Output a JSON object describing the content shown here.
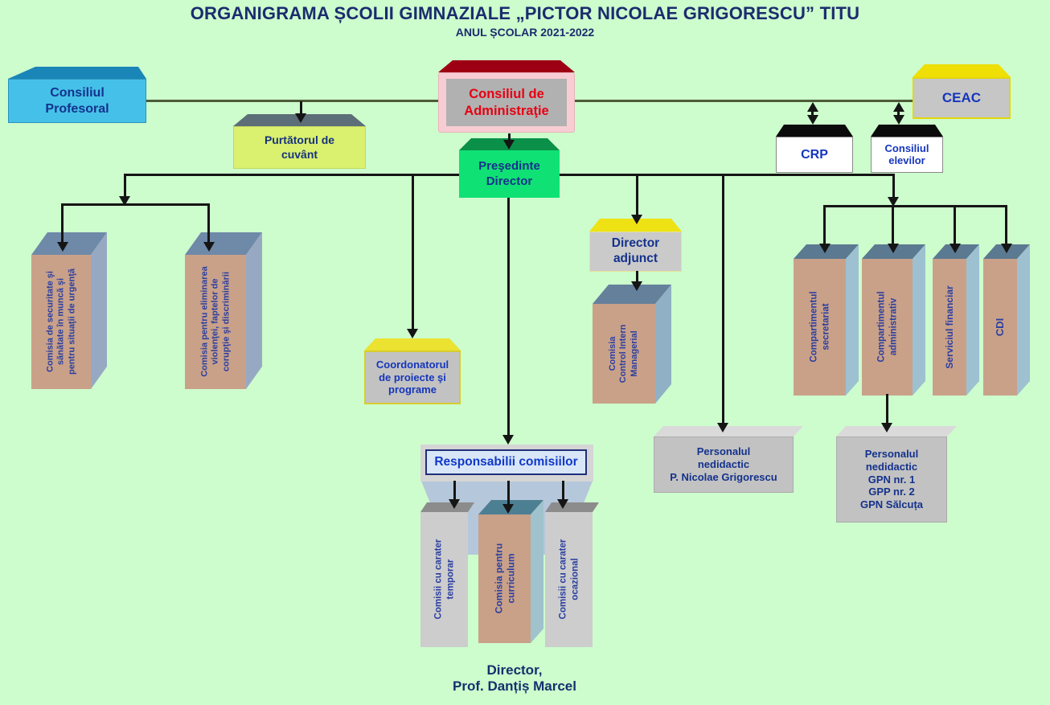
{
  "title": "ORGANIGRAMA ȘCOLII GIMNAZIALE „PICTOR NICOLAE GRIGORESCU” TITU",
  "subtitle": "ANUL ȘCOLAR 2021-2022",
  "footer": "Director,\nProf. Danțiș Marcel",
  "nodes": {
    "consiliul_profesoral": {
      "label": "Consiliul\nProfesoral"
    },
    "consiliul_administratie": {
      "label": "Consiliul de\nAdministraţie"
    },
    "ceac": {
      "label": "CEAC"
    },
    "purtatorul_cuvant": {
      "label": "Purtătorul de\ncuvânt"
    },
    "presedinte_director": {
      "label": "Preşedinte\nDirector"
    },
    "crp": {
      "label": "CRP"
    },
    "consiliul_elevilor": {
      "label": "Consiliul\nelevilor"
    },
    "comisia_securitate": {
      "label": "Comisia de securitate şi\nsănătate în muncă şi\npentru situaţii de urgenţă"
    },
    "comisia_eliminare_violenta": {
      "label": "Comisia pentru eliminarea\nviolenţei, faptelor de\ncorupţie şi discriminării"
    },
    "coordonator_proiecte": {
      "label": "Coordonatorul\nde proiecte şi\nprograme"
    },
    "director_adjunct": {
      "label": "Director\nadjunct"
    },
    "comisia_control_intern": {
      "label": "Comisia\nControl Intern\nManagerial"
    },
    "compartimentul_secretariat": {
      "label": "Compartimentul\nsecretariat"
    },
    "compartimentul_administrativ": {
      "label": "Compartimentul\nadministrativ"
    },
    "serviciul_financiar": {
      "label": "Serviciul financiar"
    },
    "cdi": {
      "label": "CDI"
    },
    "responsabilii_comisiilor": {
      "label": "Responsabilii comisiilor"
    },
    "comisii_temporar": {
      "label": "Comisii cu carater\ntemporar"
    },
    "comisia_curriculum": {
      "label": "Comisia pentru\ncurriculum"
    },
    "comisii_ocazional": {
      "label": "Comisii cu carater\nocazional"
    },
    "personal_nedidactic_scoala": {
      "label": "Personalul\nnedidactic\nP. Nicolae Grigorescu"
    },
    "personal_nedidactic_gradinite": {
      "label": "Personalul\nnedidactic\nGPN nr. 1\nGPP nr. 2\nGPN Sălcuța"
    }
  },
  "palette": {
    "background": "#cdfccd",
    "title_text": "#1b2c6e",
    "label_navy": "#16337f",
    "label_blue": "#1536bc",
    "admin_red": "#e60012",
    "connector_black": "#151515",
    "connector_olive": "#4d5c37",
    "box_tan": "#c9a189",
    "box_skyblue": "#45c1e9",
    "box_green": "#10e175",
    "box_yellow": "#efdf05",
    "box_yellowgreen": "#daf06f"
  }
}
